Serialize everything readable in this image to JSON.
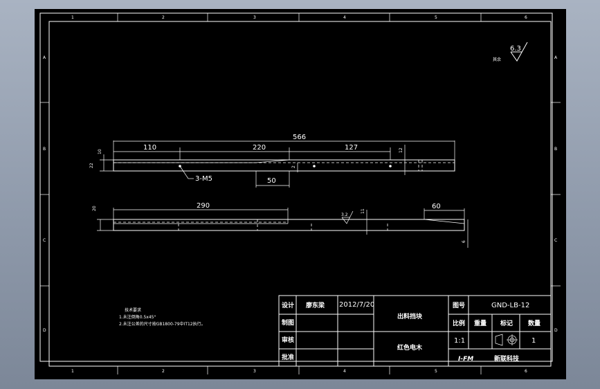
{
  "frame": {
    "columns_top": [
      "1",
      "2",
      "3",
      "4",
      "5",
      "6"
    ],
    "columns_bottom": [
      "1",
      "2",
      "3",
      "4",
      "5",
      "6"
    ],
    "rows_left": [
      "A",
      "B",
      "C",
      "D"
    ],
    "rows_right": [
      "A",
      "B",
      "C",
      "D"
    ]
  },
  "roughness": {
    "label": "其余",
    "value": "6.3"
  },
  "top_view": {
    "overall": "566",
    "d110": "110",
    "d220": "220",
    "d127": "127",
    "d10": "10",
    "d22": "22",
    "d12": "12",
    "d2": "2",
    "d50": "50",
    "hole_callout": "3-M5"
  },
  "side_view": {
    "d290": "290",
    "d20": "20",
    "d60": "60",
    "d11": "11",
    "d6": "6",
    "roughness": "3.2"
  },
  "notes": {
    "title": "技术要求",
    "line1": "1.未注倒角0.5x45°",
    "line2": "2.未注公差的尺寸按GB1800-79中IT12执行。"
  },
  "title_block": {
    "design_label": "设计",
    "designer": "廖东梁",
    "date": "2012/7/20",
    "draw_label": "制图",
    "review_label": "审核",
    "approve_label": "批准",
    "part_name": "出料挡块",
    "material": "红色电木",
    "drawing_no_label": "图号",
    "drawing_no": "GND-LB-12",
    "scale_label": "比例",
    "weight_label": "重量",
    "marking_label": "标记",
    "quantity_label": "数量",
    "scale_value": "1:1",
    "quantity_value": "1",
    "company": "新联科技",
    "logo_text": "I-FM"
  }
}
